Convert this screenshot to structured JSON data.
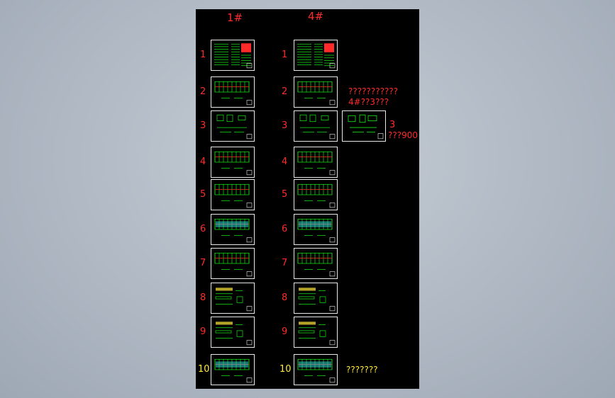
{
  "columns": {
    "left_label": "1#",
    "right_label": "4#"
  },
  "rows": [
    {
      "left_num": "1",
      "right_num": "1"
    },
    {
      "left_num": "2",
      "right_num": "2"
    },
    {
      "left_num": "3",
      "right_num": "3"
    },
    {
      "left_num": "4",
      "right_num": "4"
    },
    {
      "left_num": "5",
      "right_num": "5"
    },
    {
      "left_num": "6",
      "right_num": "6"
    },
    {
      "left_num": "7",
      "right_num": "7"
    },
    {
      "left_num": "8",
      "right_num": "8"
    },
    {
      "left_num": "9",
      "right_num": "9"
    },
    {
      "left_num": "10",
      "right_num": "10"
    }
  ],
  "notes": {
    "row2_line1": "???????????",
    "row2_line2": "4#??3???",
    "row3_num": "3",
    "row3_text": "???900",
    "row10_text": "???????"
  },
  "colors": {
    "background": "#b4bcc6",
    "sheet": "#000000",
    "label_red": "#ff2b2b",
    "label_yellow": "#ffe83a",
    "drawing_green": "#19e619",
    "frame_white": "#e8e8e8"
  }
}
